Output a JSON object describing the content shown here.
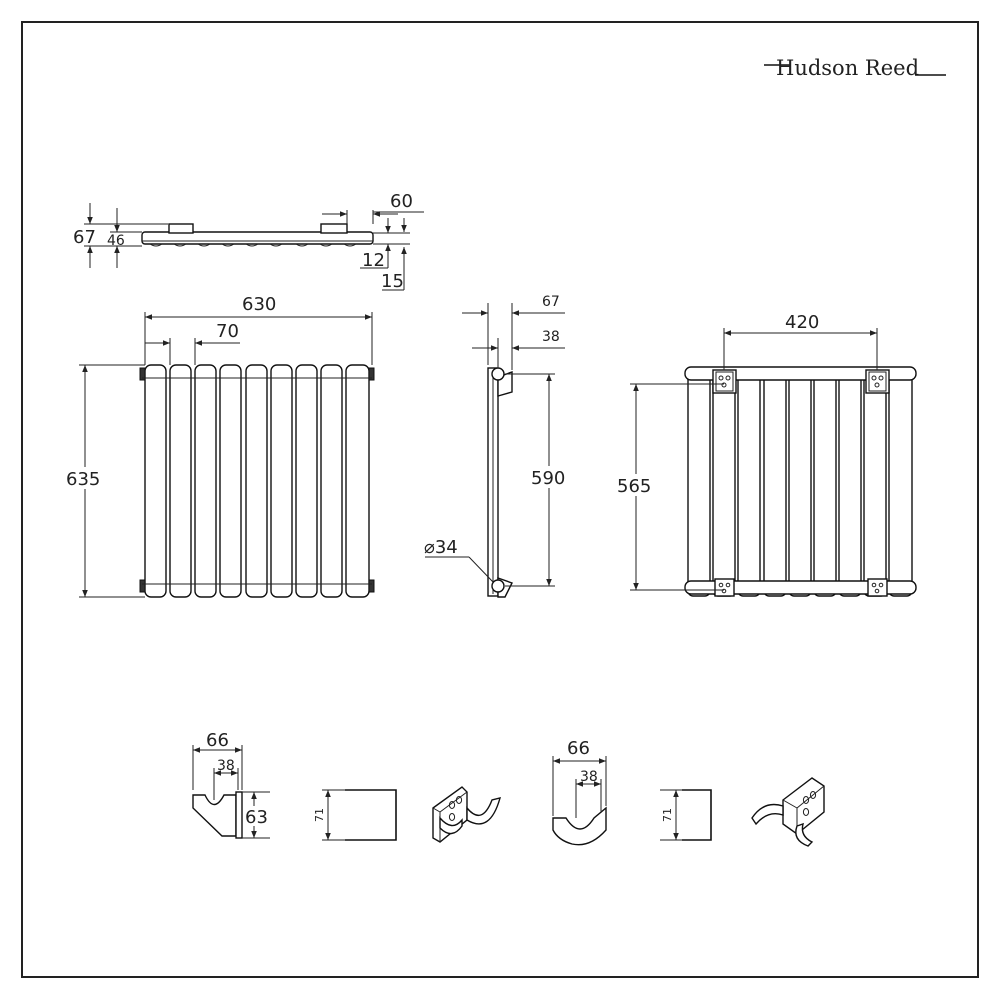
{
  "brand": {
    "name": "Hudson Reed"
  },
  "top_view": {
    "depth_total": "67",
    "depth_panel": "46",
    "offset": "60",
    "gap_a": "12",
    "gap_b": "15"
  },
  "front_view": {
    "width": "630",
    "column_pitch": "70",
    "height": "635"
  },
  "side_view": {
    "depth_total": "67",
    "depth_bracket": "38",
    "pipe_centres": "590",
    "pipe_diameter": "⌀34"
  },
  "rear_view": {
    "bracket_spacing": "420",
    "bracket_height": "565"
  },
  "bracket_a": {
    "width": "66",
    "inner": "38",
    "height": "63",
    "plate": "71"
  },
  "bracket_b": {
    "width": "66",
    "inner": "38",
    "plate": "71"
  }
}
